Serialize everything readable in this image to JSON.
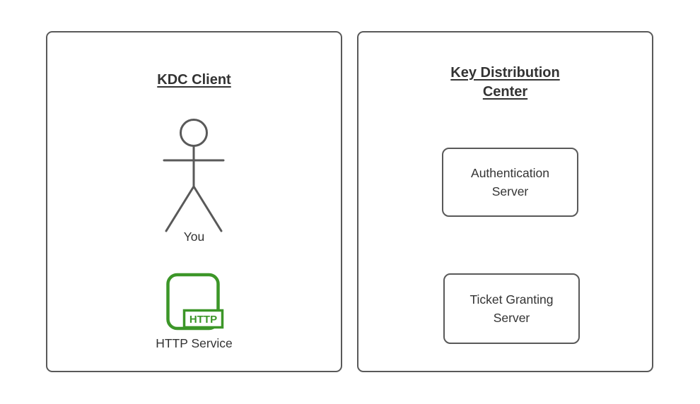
{
  "diagram": {
    "client_panel": {
      "title": "KDC Client",
      "actor_label": "You",
      "service_label": "HTTP Service",
      "http_badge": "HTTP"
    },
    "kdc_panel": {
      "title": "Key Distribution Center",
      "nodes": [
        {
          "label": "Authentication Server"
        },
        {
          "label": "Ticket Granting Server"
        }
      ]
    },
    "colors": {
      "background": "#ffffff",
      "border_gray": "#595959",
      "text": "#333333",
      "http_green": "#3c9628"
    }
  }
}
